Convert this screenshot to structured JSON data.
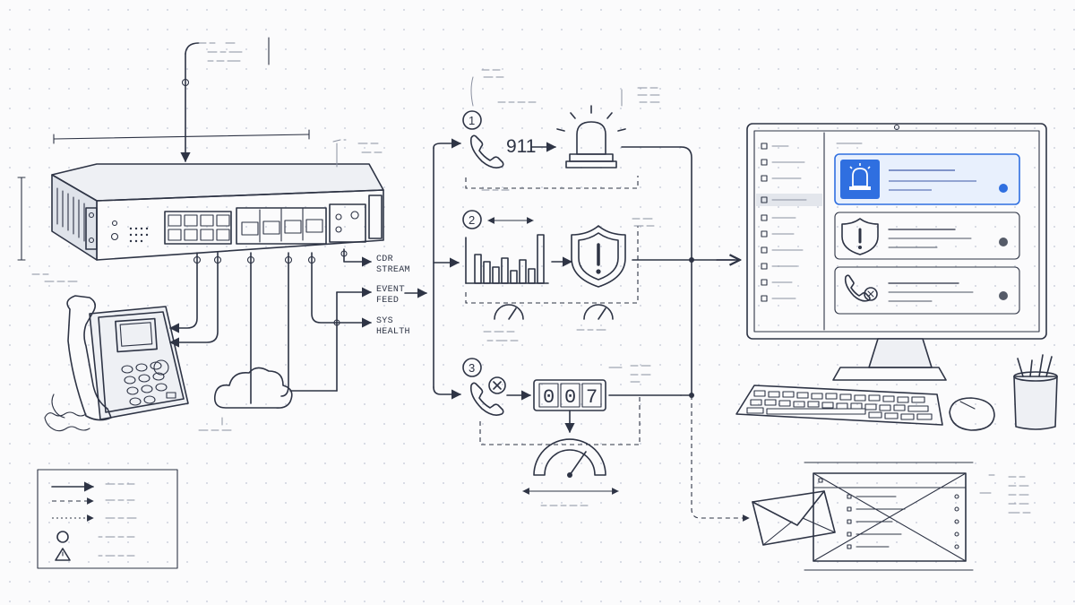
{
  "colors": {
    "ink": "#2e3445",
    "accent": "#2f6fe0",
    "accent_light": "#e8f0fd",
    "status_gray": "#555b68"
  },
  "flows": [
    {
      "number": "1",
      "label": "911",
      "icons": [
        "phone-icon",
        "siren-icon"
      ]
    },
    {
      "number": "2",
      "icons": [
        "bar-chart-icon",
        "shield-warning-icon",
        "gauge-icon"
      ]
    },
    {
      "number": "3",
      "counter": "007",
      "icons": [
        "phone-cancel-icon",
        "counter-icon",
        "speedometer-icon"
      ]
    }
  ],
  "outputs": [
    {
      "label": "CDR STREAM"
    },
    {
      "label": "EVENT FEED"
    },
    {
      "label": "SYS HEALTH"
    }
  ],
  "dashboard": {
    "alerts": [
      {
        "icon": "siren-icon",
        "highlighted": true,
        "status_color": "#2f6fe0"
      },
      {
        "icon": "shield-warning-icon",
        "highlighted": false,
        "status_color": "#555b68"
      },
      {
        "icon": "phone-cancel-icon",
        "highlighted": false,
        "status_color": "#555b68"
      }
    ]
  },
  "icons": [
    "network-switch-icon",
    "desk-phone-icon",
    "cloud-icon",
    "monitor-icon",
    "keyboard-icon",
    "mouse-icon",
    "pencil-cup-icon",
    "email-icon",
    "report-icon",
    "circle-icon",
    "warning-icon"
  ]
}
